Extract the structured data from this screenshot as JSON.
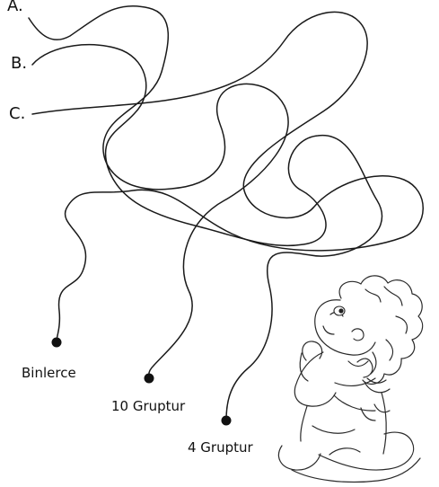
{
  "maze": {
    "starts": [
      {
        "label": "A."
      },
      {
        "label": "B."
      },
      {
        "label": "C."
      }
    ],
    "ends": [
      {
        "label": "Binlerce"
      },
      {
        "label": "10 Gruptur"
      },
      {
        "label": "4 Gruptur"
      }
    ]
  },
  "colors": {
    "line": "#1a1a1a",
    "text": "#111111",
    "background": "#ffffff"
  }
}
